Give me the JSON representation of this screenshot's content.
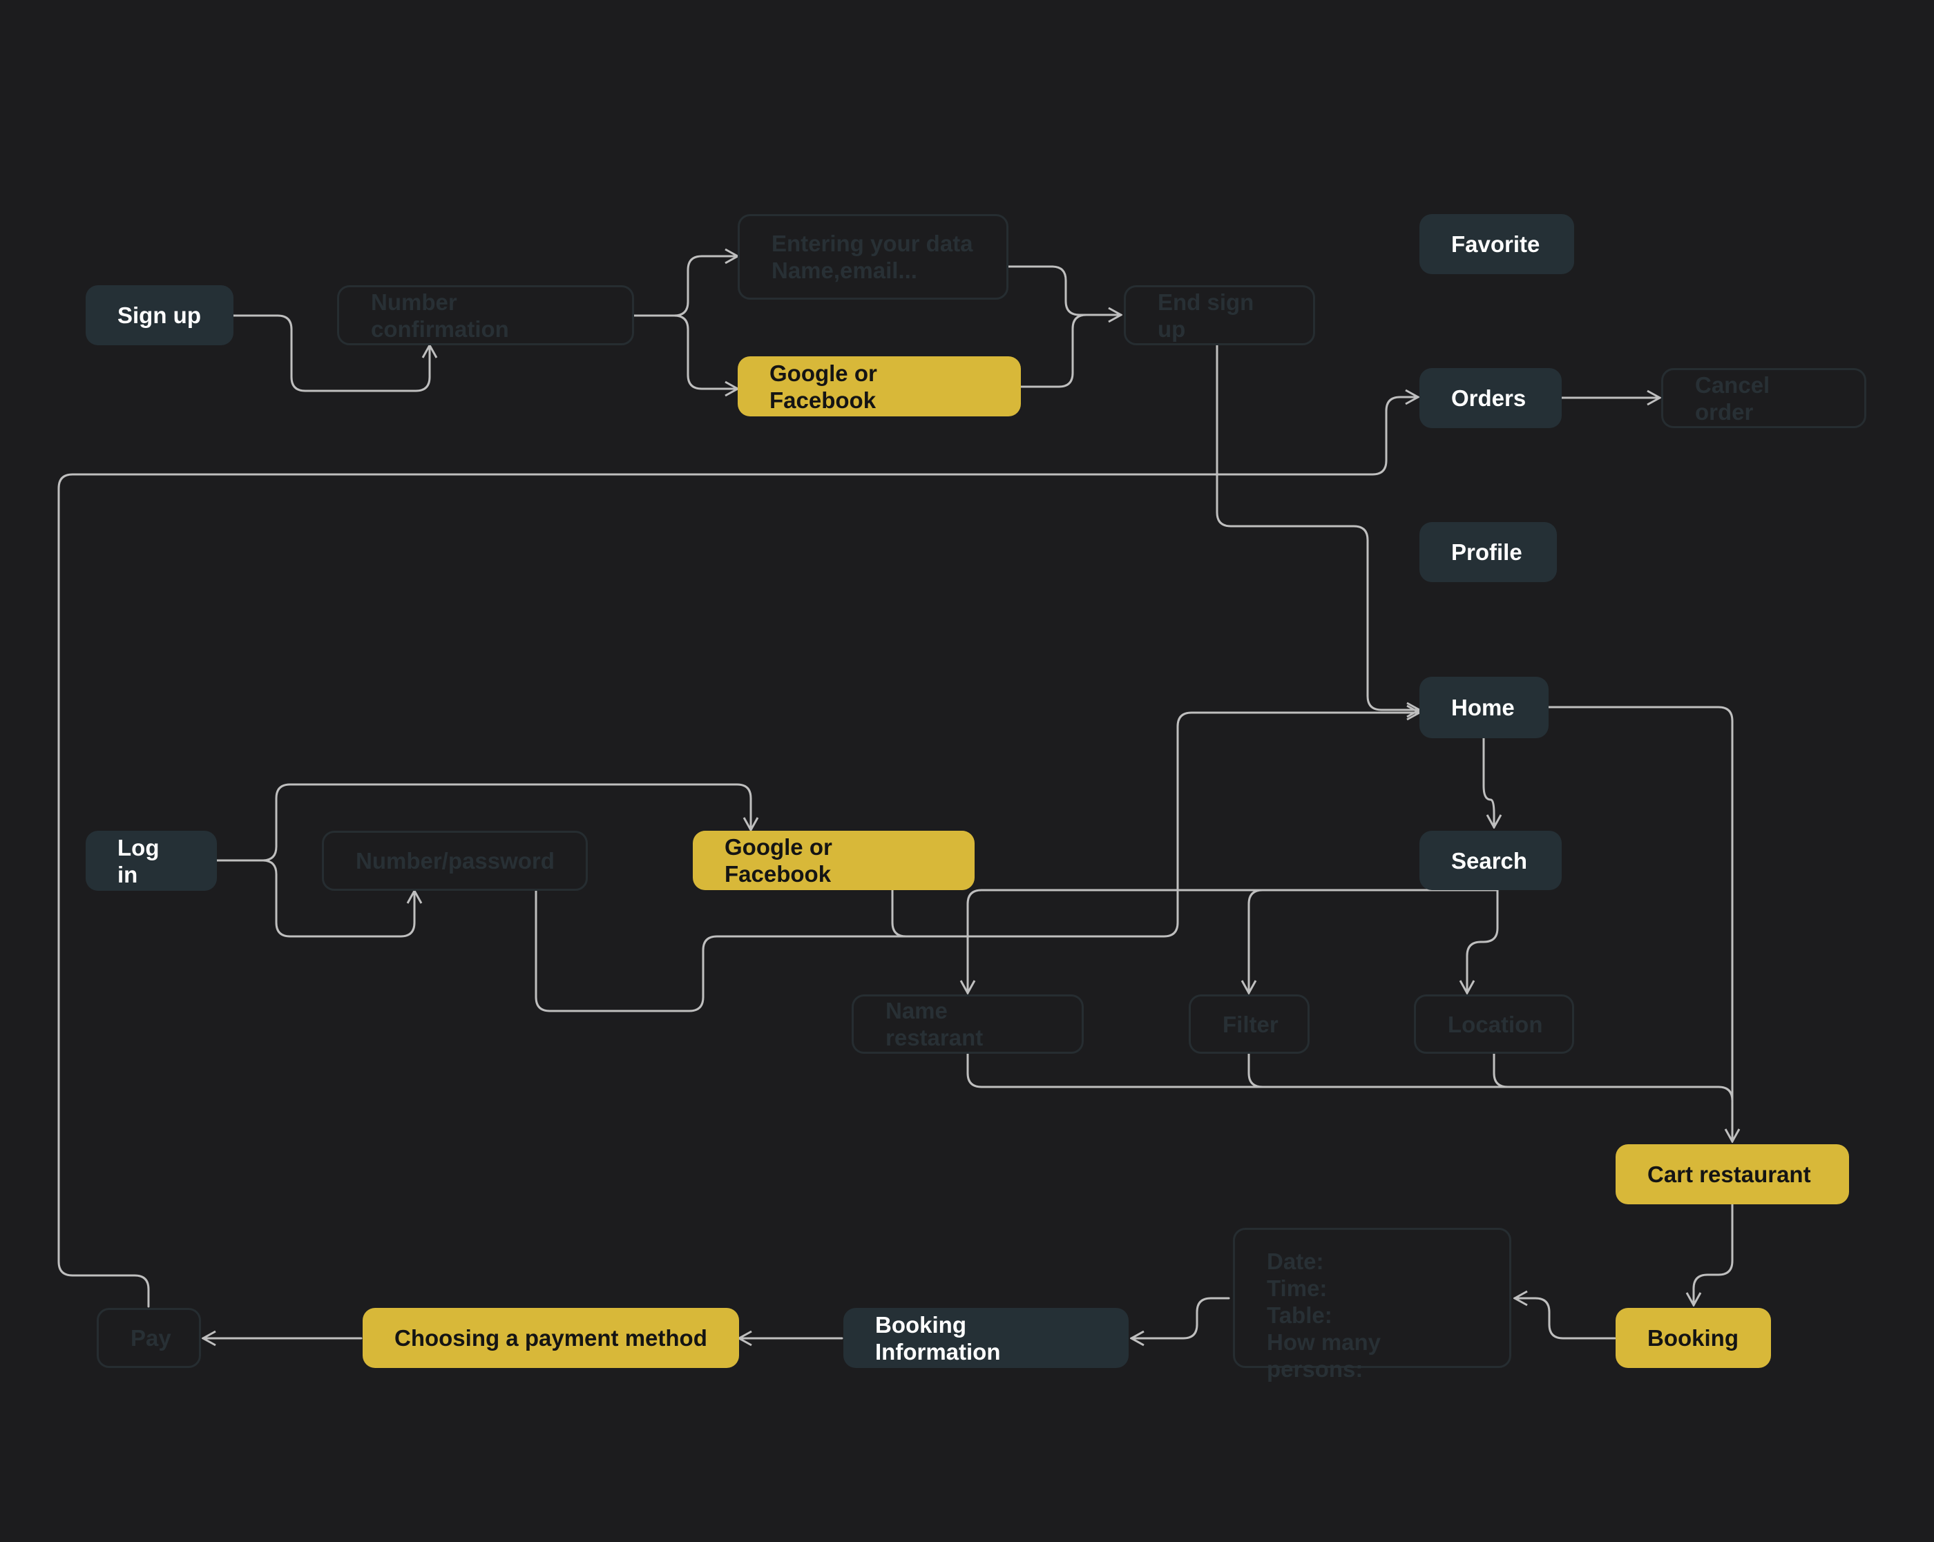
{
  "colors": {
    "background": "#1c1c1e",
    "dark_node": "#253036",
    "accent_node": "#d8b839",
    "ghost_border": "#262d31",
    "ghost_text": "#283035",
    "connector": "#bfbfbf"
  },
  "nodes": {
    "sign_up": "Sign up",
    "number_confirmation": "Number confirmation",
    "entering_data": "Entering your data\nName,email...",
    "google_facebook_signup": "Google or Facebook",
    "end_sign_up": "End sign up",
    "favorite": "Favorite",
    "orders": "Orders",
    "cancel_order": "Cancel order",
    "profile": "Profile",
    "home": "Home",
    "log_in": "Log in",
    "number_password": "Number/password",
    "google_facebook_login": "Google or Facebook",
    "search": "Search",
    "name_restaurant": "Name restarant",
    "filter": "Filter",
    "location": "Location",
    "cart_restaurant": "Cart restaurant",
    "booking_details": "Date:\nTime:\nTable:\nHow many persons:",
    "booking": "Booking",
    "booking_information": "Booking Information",
    "choosing_payment": "Choosing a payment method",
    "pay": "Pay"
  }
}
